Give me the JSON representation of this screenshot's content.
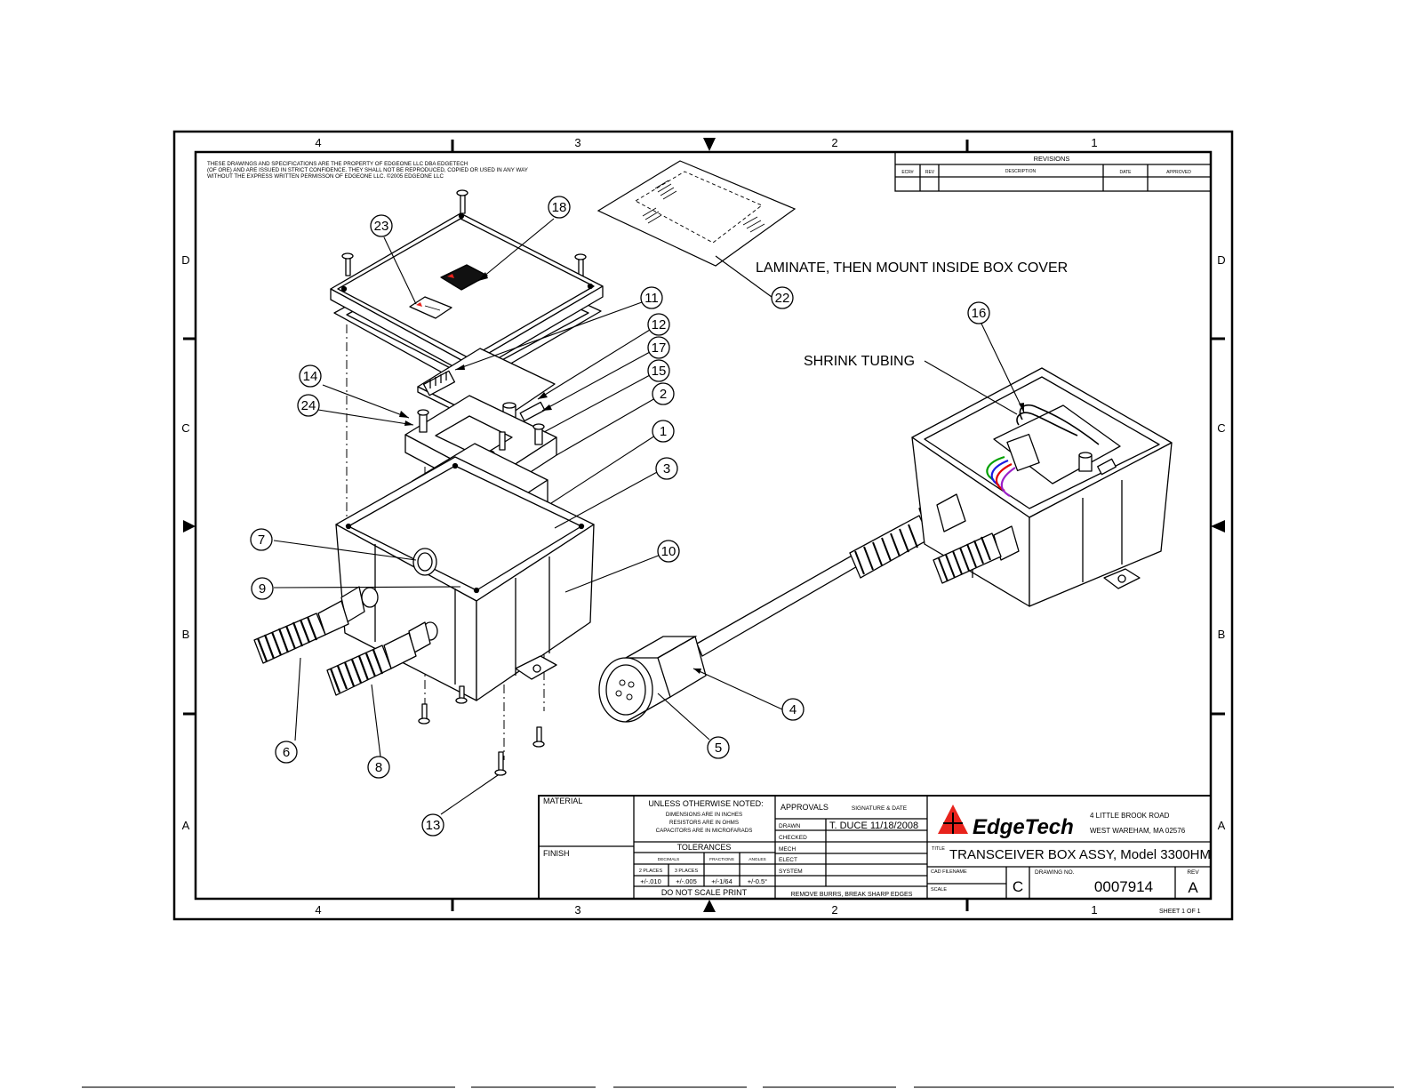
{
  "zones": {
    "columns": [
      "4",
      "3",
      "2",
      "1"
    ],
    "rows": [
      "D",
      "C",
      "B",
      "A"
    ]
  },
  "proprietary_notice": [
    "THESE DRAWINGS AND SPECIFICATIONS ARE THE PROPERTY OF EDGEONE LLC DBA EDGETECH",
    "(OF ORE) AND ARE ISSUED IN STRICT CONFIDENCE. THEY SHALL NOT BE REPRODUCED, COPIED OR USED IN ANY WAY",
    "WITHOUT THE EXPRESS WRITTEN PERMISSON OF EDGEONE LLC. ©2005 EDGEONE LLC"
  ],
  "revisions": {
    "title": "REVISIONS",
    "headers": [
      "ECR#",
      "REV",
      "DESCRIPTION",
      "DATE",
      "APPROVED"
    ]
  },
  "callouts": [
    "18",
    "23",
    "11",
    "12",
    "17",
    "15",
    "2",
    "1",
    "3",
    "14",
    "24",
    "7",
    "9",
    "10",
    "6",
    "8",
    "13",
    "22",
    "16",
    "4",
    "5"
  ],
  "notes": {
    "laminate": "LAMINATE, THEN MOUNT INSIDE BOX COVER",
    "shrink": "SHRINK TUBING"
  },
  "title_block": {
    "material": "MATERIAL",
    "finish": "FINISH",
    "unless_noted": "UNLESS OTHERWISE NOTED:",
    "dims": "DIMENSIONS ARE IN INCHES",
    "resistors": "RESISTORS ARE IN OHMS",
    "capacitors": "CAPACITORS ARE IN MICROFARADS",
    "tolerances": "TOLERANCES",
    "decimals": "DECIMALS",
    "fractions": "FRACTIONS",
    "angles": "ANGLES",
    "two_places": "2 PLACES",
    "three_places": "3 PLACES",
    "tol_2": "+/-.010",
    "tol_3": "+/-.005",
    "tol_frac": "+/-1/64",
    "tol_ang": "+/-0.5°",
    "do_not_scale": "DO NOT SCALE PRINT",
    "approvals": "APPROVALS",
    "sig_date": "SIGNATURE & DATE",
    "rows": [
      "DRAWN",
      "CHECKED",
      "MECH",
      "ELECT",
      "SYSTEM"
    ],
    "drawn_by": "T. DUCE  11/18/2008",
    "remove_burrs": "REMOVE BURRS, BREAK SHARP EDGES",
    "company": "EdgeTech",
    "address1": "4 LITTLE BROOK ROAD",
    "address2": "WEST WAREHAM, MA  02576",
    "title_label": "TITLE",
    "title": "TRANSCEIVER BOX ASSY, Model 3300HM",
    "cad_label": "CAD FILENAME",
    "size": "C",
    "dwg_label": "DRAWING NO.",
    "dwg_no": "0007914",
    "rev_label": "REV",
    "rev": "A",
    "scale_label": "SCALE",
    "sheet": "SHEET 1 OF 1"
  },
  "colors": {
    "logo_red": "#e8231c",
    "wire_green": "#00a000",
    "wire_blue": "#1a1ae0",
    "wire_red": "#e00000",
    "wire_purple": "#9a1ec8"
  }
}
